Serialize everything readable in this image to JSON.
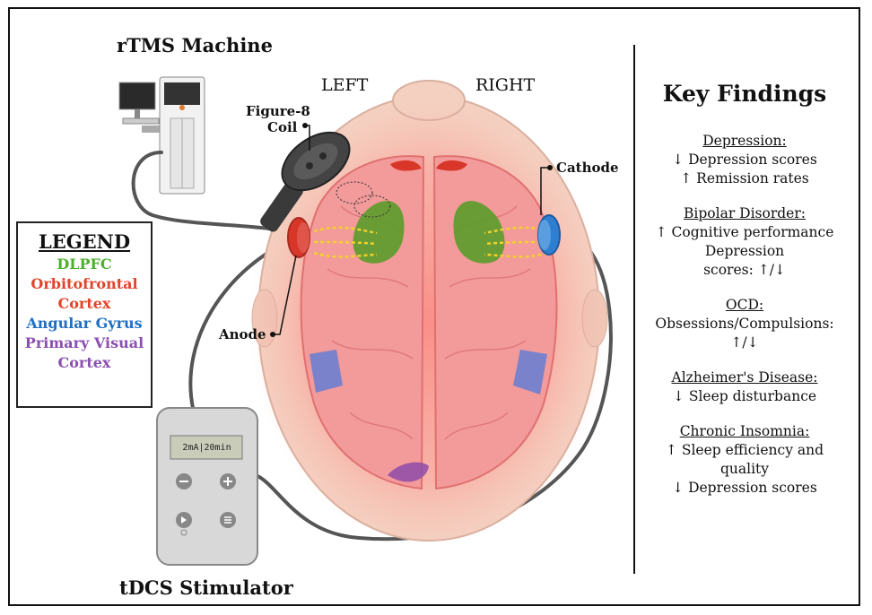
{
  "labels": {
    "rtms_machine": "rTMS Machine",
    "tdcs_stimulator": "tDCS Stimulator",
    "left": "LEFT",
    "right": "RIGHT",
    "coil_line1": "Figure-8",
    "coil_line2": "Coil",
    "cathode": "Cathode",
    "anode": "Anode",
    "stimulator_display": "2mA|20min"
  },
  "legend": {
    "title": "LEGEND",
    "entries": [
      {
        "text": "DLPFC",
        "color": "#4caf2e"
      },
      {
        "text": "Orbitofrontal",
        "color": "#e0452a"
      },
      {
        "text": "Cortex",
        "color": "#e0452a"
      },
      {
        "text": "Angular Gyrus",
        "color": "#1f6fc4"
      },
      {
        "text": "Primary Visual",
        "color": "#8a4fb0"
      },
      {
        "text": "Cortex",
        "color": "#8a4fb0"
      }
    ]
  },
  "findings": {
    "title": "Key Findings",
    "sections": [
      {
        "title": "Depression:",
        "lines": [
          "↓ Depression scores",
          "↑ Remission rates"
        ]
      },
      {
        "title": "Bipolar Disorder:",
        "lines": [
          "↑ Cognitive performance",
          "Depression",
          "scores: ↑/↓"
        ]
      },
      {
        "title": "OCD:",
        "lines": [
          "Obsessions/Compulsions:",
          "↑/↓"
        ]
      },
      {
        "title": "Alzheimer's Disease:",
        "lines": [
          "↓ Sleep disturbance"
        ]
      },
      {
        "title": "Chronic Insomnia:",
        "lines": [
          "↑ Sleep efficiency and",
          "quality",
          "↓ Depression scores"
        ]
      }
    ]
  },
  "colors": {
    "dlpfc": "#5a9c2a",
    "orbitofrontal": "#d9362a",
    "angular_gyrus": "#4a72c8",
    "visual_cortex": "#8e4aa8",
    "brain": "#f29a9a",
    "head": "#f5d3c4",
    "glow": "#ff6b6b"
  }
}
